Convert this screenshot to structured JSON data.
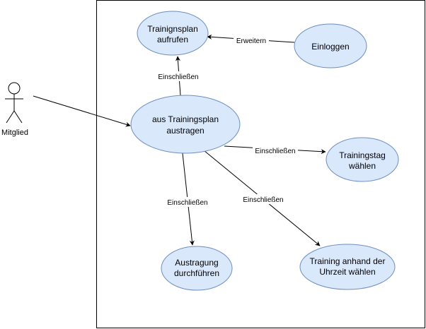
{
  "actor": {
    "label": "Mitglied"
  },
  "use_cases": {
    "trainingsplan_aufrufen": [
      "Trainignsplan",
      "aufrufen"
    ],
    "einloggen": [
      "Einloggen"
    ],
    "aus_trainingsplan_austragen": [
      "aus Trainingsplan",
      "austragen"
    ],
    "trainingstag_waehlen": [
      "Trainingstag",
      "wählen"
    ],
    "austragung_durchfuehren": [
      "Austragung",
      "durchführen"
    ],
    "training_uhrzeit_waehlen": [
      "Training anhand der",
      "Uhrzeit wählen"
    ]
  },
  "relations": {
    "erweitern": "Erweitern",
    "einschliessen_aufrufen": "Einschließen",
    "einschliessen_trainingstag": "Einschließen",
    "einschliessen_austragung": "Einschließen",
    "einschliessen_uhrzeit": "Einschließen"
  },
  "colors": {
    "ellipse_fill": "#dae8fc",
    "ellipse_stroke": "#6c8ebf",
    "line": "#000000",
    "boundary": "#000000"
  }
}
